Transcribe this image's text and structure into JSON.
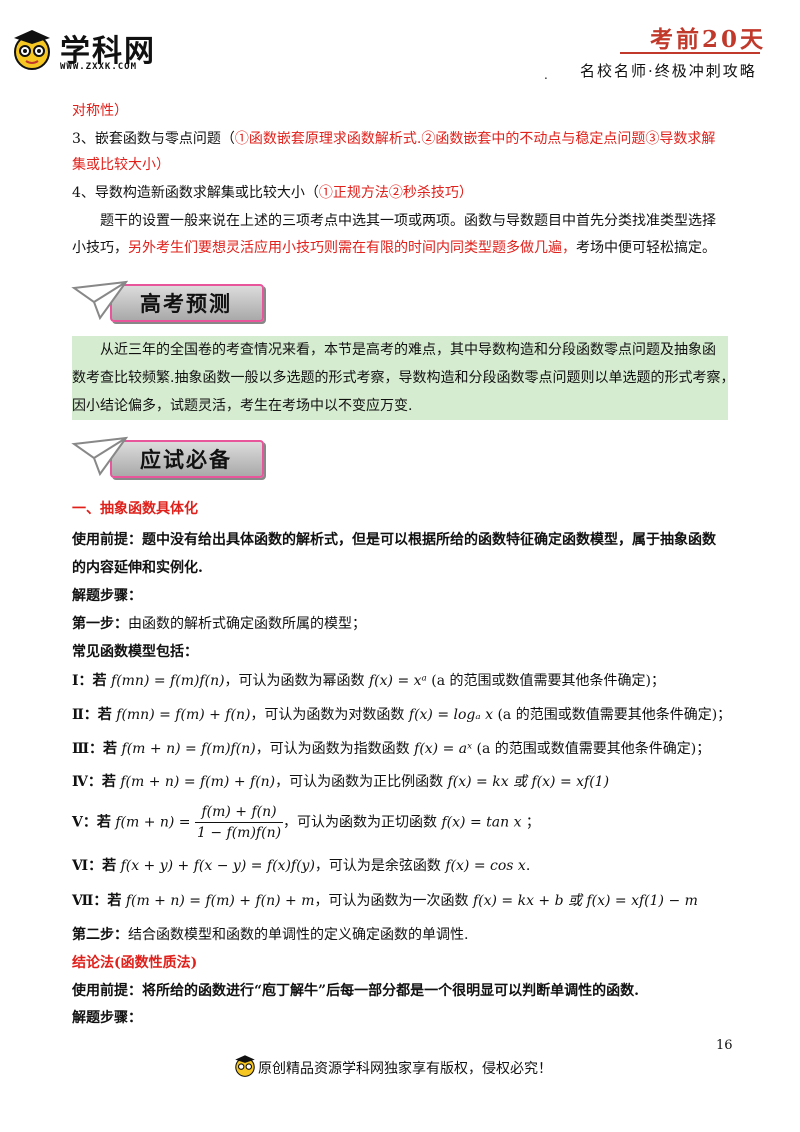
{
  "header": {
    "logo_text": "学科网",
    "logo_url": "WWW.ZXXK.COM",
    "title": "考前20天",
    "subtitle": "名校名师·终极冲刺攻略",
    "dot": "."
  },
  "body": {
    "l1": "对称性）",
    "l2a": "3、嵌套函数与零点问题（",
    "l2b": "①函数嵌套原理求函数解析式.②函数嵌套中的不动点与稳定点问题③导数求解",
    "l3": "集或比较大小）",
    "l4a": "4、导数构造新函数求解集或比较大小（",
    "l4b": "①正规方法②秒杀技巧）",
    "l5": "题干的设置一般来说在上述的三项考点中选其一项或两项。函数与导数题目中首先分类找准类型选择",
    "l6a": "小技巧，",
    "l6b": "另外考生们要想灵活应用小技巧则需在有限的时间内同类型题多做几遍，",
    "l6c": "考场中便可轻松搞定。"
  },
  "banner1": "高考预测",
  "prediction": {
    "p1": "从近三年的全国卷的考查情况来看，本节是高考的难点，其中导数构造和分段函数零点问题及抽象函",
    "p2": "数考查比较频繁.抽象函数一般以多选题的形式考察，导数构造和分段函数零点问题则以单选题的形式考察，",
    "p3": "因小结论偏多，试题灵活，考生在考场中以不变应万变."
  },
  "banner2": "应试必备",
  "section": {
    "heading": "一、抽象函数具体化",
    "premise1": "使用前提：题中没有给出具体函数的解析式，但是可以根据所给的函数特征确定函数模型，属于抽象函数",
    "premise2": "的内容延伸和实例化.",
    "steps": "解题步骤：",
    "step1_label": "第一步：",
    "step1": "由函数的解析式确定函数所属的模型；",
    "models": "常见函数模型包括：",
    "m1_label": "Ⅰ：若",
    "m1_eq": "f(mn) = f(m)f(n)",
    "m1_mid": "，可认为函数为幂函数",
    "m1_fn": "f(x) = xᵃ",
    "m1_tail": "(a 的范围或数值需要其他条件确定)；",
    "m2_label": "Ⅱ：若",
    "m2_eq": "f(mn) = f(m) + f(n)",
    "m2_mid": "，可认为函数为对数函数",
    "m2_fn": "f(x) = logₐ x",
    "m2_tail": "(a 的范围或数值需要其他条件确定)；",
    "m3_label": "Ⅲ：若",
    "m3_eq": "f(m + n) = f(m)f(n)",
    "m3_mid": "，可认为函数为指数函数",
    "m3_fn": "f(x) = aˣ",
    "m3_tail": "(a 的范围或数值需要其他条件确定)；",
    "m4_label": "Ⅳ：若",
    "m4_eq": "f(m + n) = f(m) + f(n)",
    "m4_mid": "，可认为函数为正比例函数",
    "m4_fn": "f(x) = kx 或 f(x) = xf(1)",
    "m5_label": "Ⅴ：若",
    "m5_lhs": "f(m + n) =",
    "m5_num": "f(m) + f(n)",
    "m5_den": "1 − f(m)f(n)",
    "m5_mid": "，可认为函数为正切函数",
    "m5_fn": "f(x) = tan x",
    "m5_tail": "；",
    "m6_label": "Ⅵ：若",
    "m6_eq": "f(x + y) + f(x − y) = f(x)f(y)",
    "m6_mid": "，可认为是余弦函数",
    "m6_fn": "f(x) = cos x",
    "m6_tail": ".",
    "m7_label": "Ⅶ：若",
    "m7_eq": "f(m + n) = f(m) + f(n) + m",
    "m7_mid": "，可认为函数为一次函数",
    "m7_fn": "f(x) = kx + b 或 f(x) = xf(1) − m",
    "step2_label": "第二步：",
    "step2": "结合函数模型和函数的单调性的定义确定函数的单调性.",
    "heading2": "结论法(函数性质法)",
    "premise3": "使用前提：将所给的函数进行“庖丁解牛”后每一部分都是一个很明显可以判断单调性的函数.",
    "steps2": "解题步骤："
  },
  "page_number": "16",
  "footer": "原创精品资源学科网独家享有版权，侵权必究！"
}
